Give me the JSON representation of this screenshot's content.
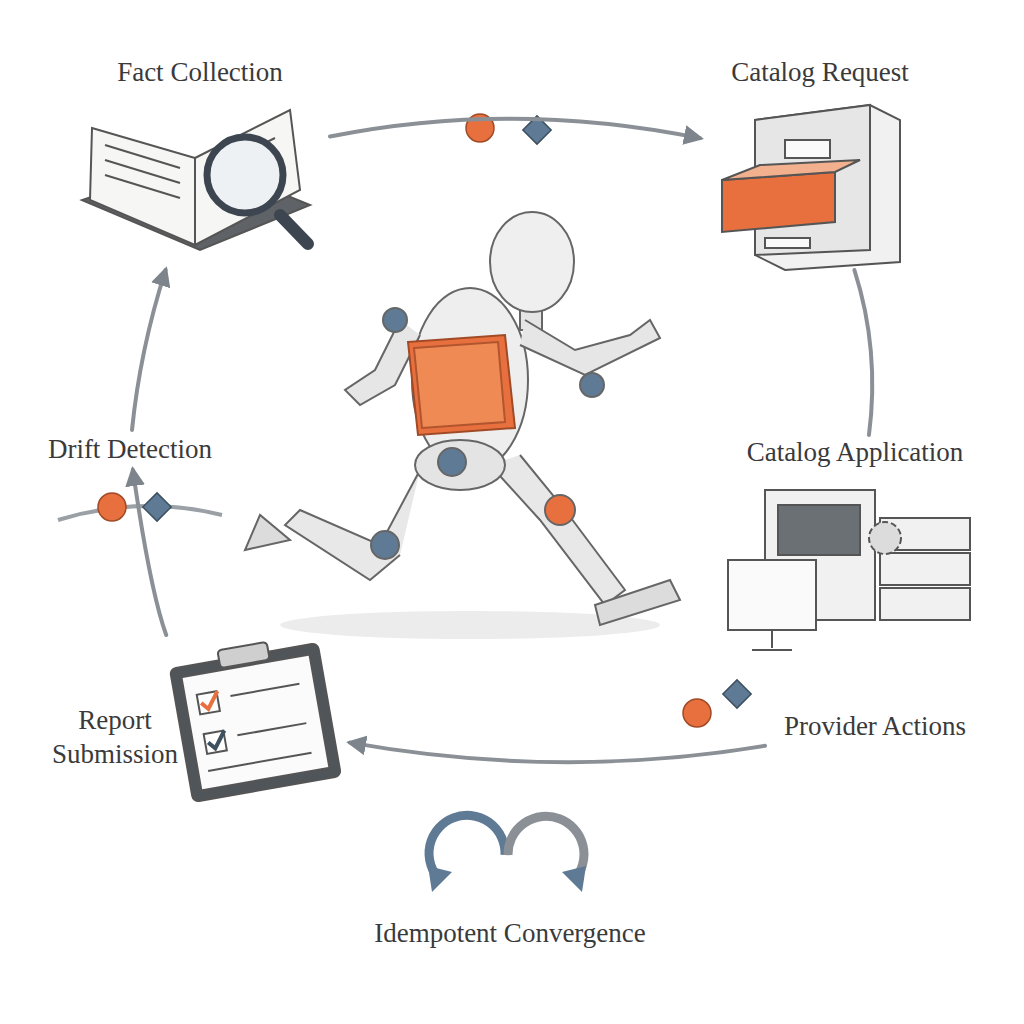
{
  "diagram": {
    "nodes": [
      {
        "text": [
          "Fact Collection"
        ]
      },
      {
        "text": [
          "Catalog Request"
        ]
      },
      {
        "text": [
          "Catalog Application"
        ]
      },
      {
        "text": [
          "Provider Actions"
        ]
      },
      {
        "text": [
          "Report Submission"
        ]
      },
      {
        "text": [
          "Drift Detection"
        ]
      }
    ],
    "edges": [
      {
        "from": 0,
        "to": 1,
        "arrow": "to"
      },
      {
        "from": 1,
        "to": 2,
        "arrow": "none"
      },
      {
        "from": 3,
        "to": 4,
        "arrow": "to"
      },
      {
        "from": 4,
        "to": 5,
        "arrow": "to"
      },
      {
        "from": 5,
        "to": 0,
        "arrow": "to"
      }
    ],
    "labels": [
      "Idempotent Convergence"
    ]
  }
}
